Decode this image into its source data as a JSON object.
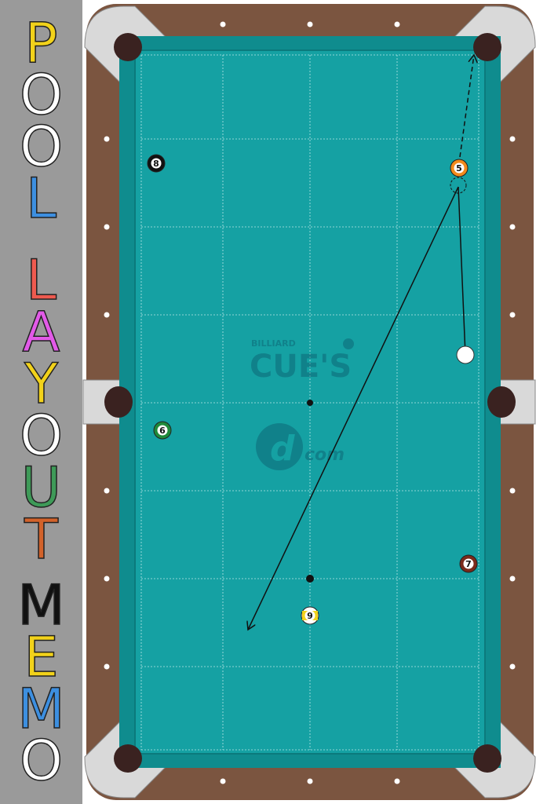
{
  "title_letters": [
    {
      "char": "P",
      "color": "#f2d21a"
    },
    {
      "char": "O",
      "color": "#ffffff"
    },
    {
      "char": "O",
      "color": "#ffffff"
    },
    {
      "char": "L",
      "color": "#3d8fe0"
    },
    {
      "char": "L",
      "color": "#ee5a4f"
    },
    {
      "char": "A",
      "color": "#e25ae8"
    },
    {
      "char": "Y",
      "color": "#f2d21a"
    },
    {
      "char": "O",
      "color": "#ffffff"
    },
    {
      "char": "U",
      "color": "#3e9a58"
    },
    {
      "char": "T",
      "color": "#d2622a"
    },
    {
      "char": "M",
      "color": "#111111"
    },
    {
      "char": "E",
      "color": "#f2d21a"
    },
    {
      "char": "M",
      "color": "#3d8fe0"
    },
    {
      "char": "O",
      "color": "#ffffff"
    }
  ],
  "watermark": {
    "small": "BILLIARD",
    "big": "CUE'S",
    "sub": "com"
  },
  "balls": [
    {
      "number": "8",
      "color": "#111111",
      "kind": "solid"
    },
    {
      "number": "5",
      "color": "#f28a1c",
      "kind": "solid"
    },
    {
      "number": "6",
      "color": "#1f8a3a",
      "kind": "solid"
    },
    {
      "number": "7",
      "color": "#7a2a1a",
      "kind": "solid"
    },
    {
      "number": "9",
      "color": "#f2d21a",
      "kind": "stripe"
    }
  ],
  "colors": {
    "cloth": "#15a1a3",
    "rail": "#7b5540",
    "corner": "#d9d9d9",
    "pocket": "#3a2220"
  }
}
